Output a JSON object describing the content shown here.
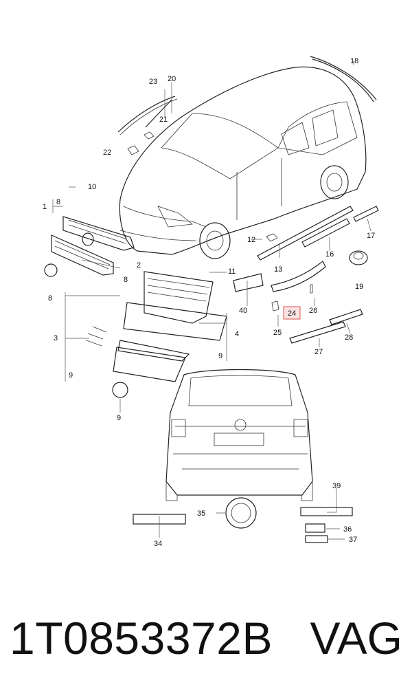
{
  "labels": {
    "l1": "1",
    "l2": "2",
    "l3": "3",
    "l4": "4",
    "l8a": "8",
    "l8b": "8",
    "l8c": "8",
    "l9a": "9",
    "l9b": "9",
    "l9c": "9",
    "l10": "10",
    "l11": "11",
    "l12": "12",
    "l13": "13",
    "l16": "16",
    "l17": "17",
    "l18": "18",
    "l19": "19",
    "l20": "20",
    "l21": "21",
    "l22": "22",
    "l23": "23",
    "l24": "24",
    "l25": "25",
    "l26": "26",
    "l27": "27",
    "l28": "28",
    "l34": "34",
    "l35": "35",
    "l36": "36",
    "l37": "37",
    "l39": "39",
    "l40": "40"
  },
  "highlight": {
    "label": "24",
    "color": "#d9534f"
  },
  "footer": {
    "part_number": "1T0853372B",
    "brand": "VAG"
  }
}
